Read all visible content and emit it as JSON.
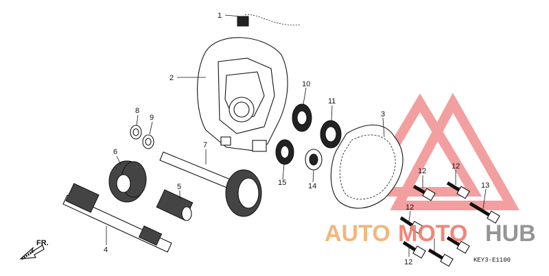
{
  "diagram": {
    "callouts": {
      "p1": "1",
      "p2": "2",
      "p3": "3",
      "p4": "4",
      "p5": "5",
      "p6": "6",
      "p7": "7",
      "p8": "8",
      "p9": "9",
      "p10": "10",
      "p11": "11",
      "p12a": "12",
      "p12b": "12",
      "p12c": "12",
      "p12d": "12",
      "p13": "13",
      "p14": "14",
      "p15": "15"
    },
    "front_arrow_label": "FR.",
    "diagram_code": "KEY3-E1100"
  },
  "watermark": {
    "part1": "AUTO",
    "part2": "MOTO",
    "part3": "HUB",
    "colors": {
      "auto": "#f0b070",
      "moto": "#f07a6a",
      "hub": "#8a8a8a",
      "logo": "#f08080"
    }
  }
}
